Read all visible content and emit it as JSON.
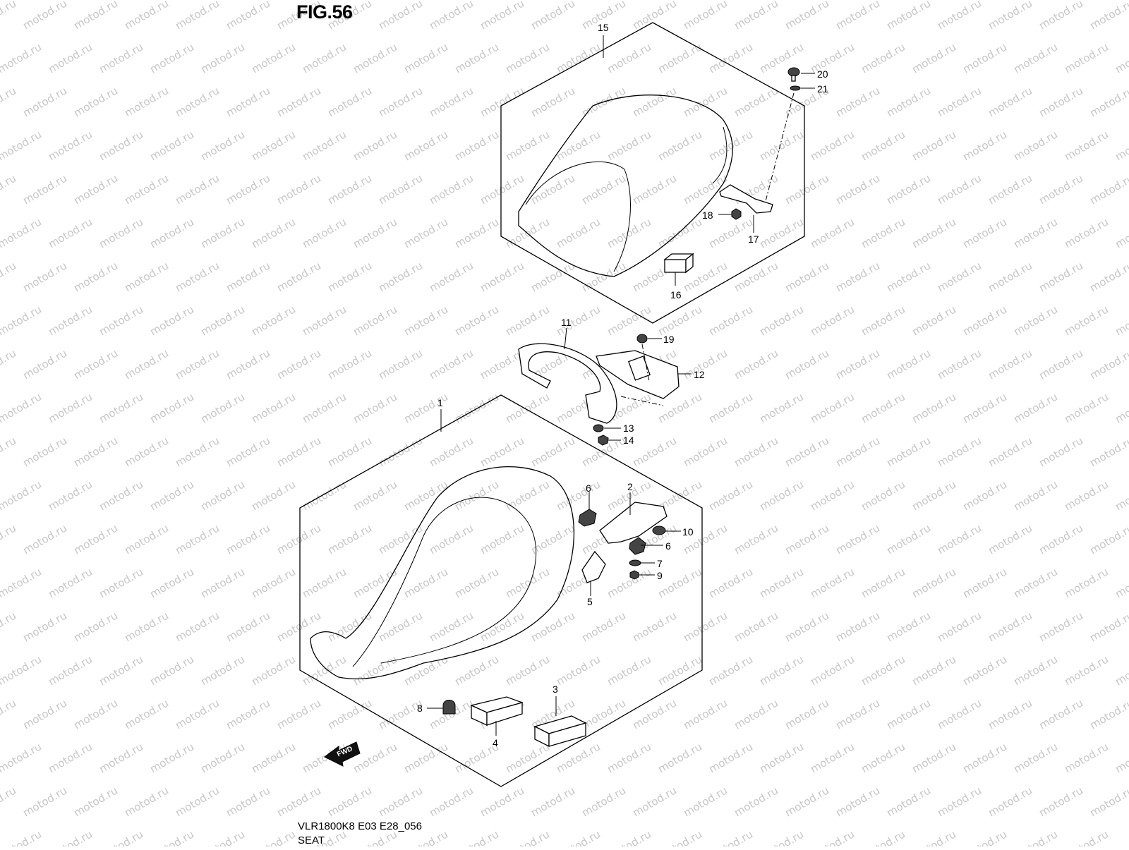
{
  "figure": {
    "title": "FIG.56",
    "model_code": "VLR1800K8 E03 E28_056",
    "section_name": "SEAT"
  },
  "watermark": "motod.ru",
  "fwd_label": "FWD",
  "callouts": {
    "c1": "1",
    "c2": "2",
    "c3": "3",
    "c4": "4",
    "c5": "5",
    "c6a": "6",
    "c6b": "6",
    "c7": "7",
    "c8": "8",
    "c9": "9",
    "c10": "10",
    "c11": "11",
    "c12": "12",
    "c13": "13",
    "c14": "14",
    "c15": "15",
    "c16": "16",
    "c17": "17",
    "c18": "18",
    "c19": "19",
    "c20": "20",
    "c21": "21"
  }
}
